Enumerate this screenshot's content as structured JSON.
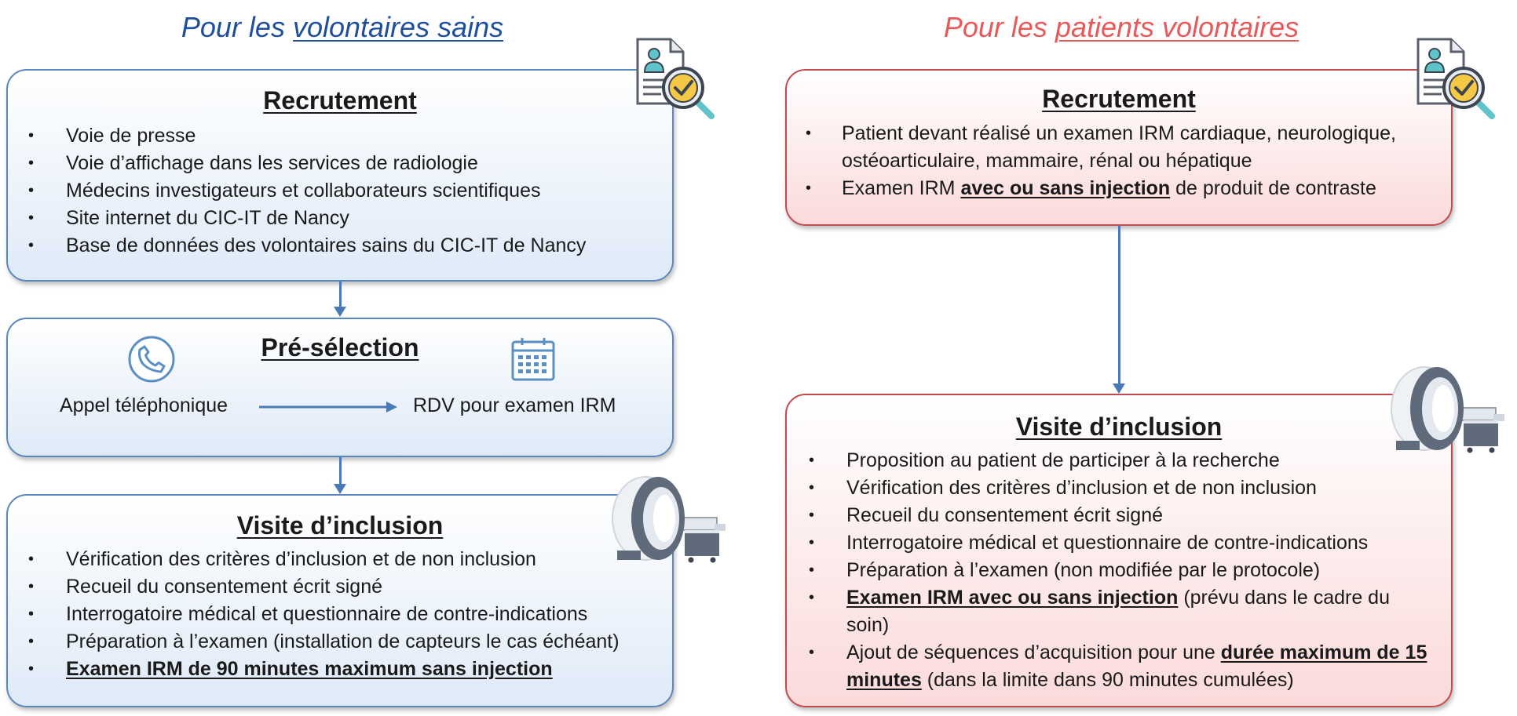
{
  "left": {
    "title_prefix": "Pour les ",
    "title_link": "volontaires sains",
    "recrutement": {
      "title": "Recrutement",
      "items": [
        "Voie de presse",
        "Voie d’affichage dans les services de radiologie",
        "Médecins investigateurs et collaborateurs scientifiques",
        "Site internet du CIC-IT de Nancy",
        "Base de données des volontaires sains du CIC-IT de Nancy"
      ]
    },
    "preselection": {
      "title": "Pré-sélection",
      "step1": "Appel téléphonique",
      "step2": "RDV pour examen IRM"
    },
    "visite": {
      "title": "Visite d’inclusion",
      "items": [
        "Vérification des critères d’inclusion et de non inclusion",
        "Recueil du consentement écrit signé",
        "Interrogatoire médical et questionnaire de contre-indications",
        "Préparation à l’examen (installation de capteurs le cas échéant)"
      ],
      "last_item_bold": "Examen IRM de 90 minutes maximum sans injection"
    }
  },
  "right": {
    "title_prefix": "Pour les ",
    "title_link": "patients volontaires",
    "recrutement": {
      "title": "Recrutement",
      "item1": "Patient devant réalisé un examen IRM cardiaque, neurologique, ostéoarticulaire, mammaire, rénal ou hépatique",
      "item2_pre": "Examen IRM ",
      "item2_bold": "avec ou sans injection",
      "item2_post": " de produit de contraste"
    },
    "visite": {
      "title": "Visite d’inclusion",
      "items": [
        "Proposition au patient de participer à la recherche",
        "Vérification des critères d’inclusion et de non inclusion",
        "Recueil du consentement écrit signé",
        "Interrogatoire médical et questionnaire de contre-indications",
        "Préparation à l’examen (non modifiée par le protocole)"
      ],
      "item6_bold": "Examen IRM avec ou sans injection",
      "item6_post": " (prévu dans le cadre du soin)",
      "item7_pre": "Ajout de séquences d’acquisition pour une ",
      "item7_bold": "durée maximum de 15 minutes",
      "item7_post": " (dans la limite dans 90 minutes cumulées)"
    }
  },
  "icons": {
    "document": "document-check-icon",
    "phone": "phone-icon",
    "calendar": "calendar-icon",
    "mri": "mri-scanner-icon"
  },
  "colors": {
    "left_accent": "#1f4e9b",
    "right_accent": "#e8595a",
    "blue_border": "#5b87bf",
    "red_border": "#c44a4f",
    "connector": "#4a79b8"
  }
}
